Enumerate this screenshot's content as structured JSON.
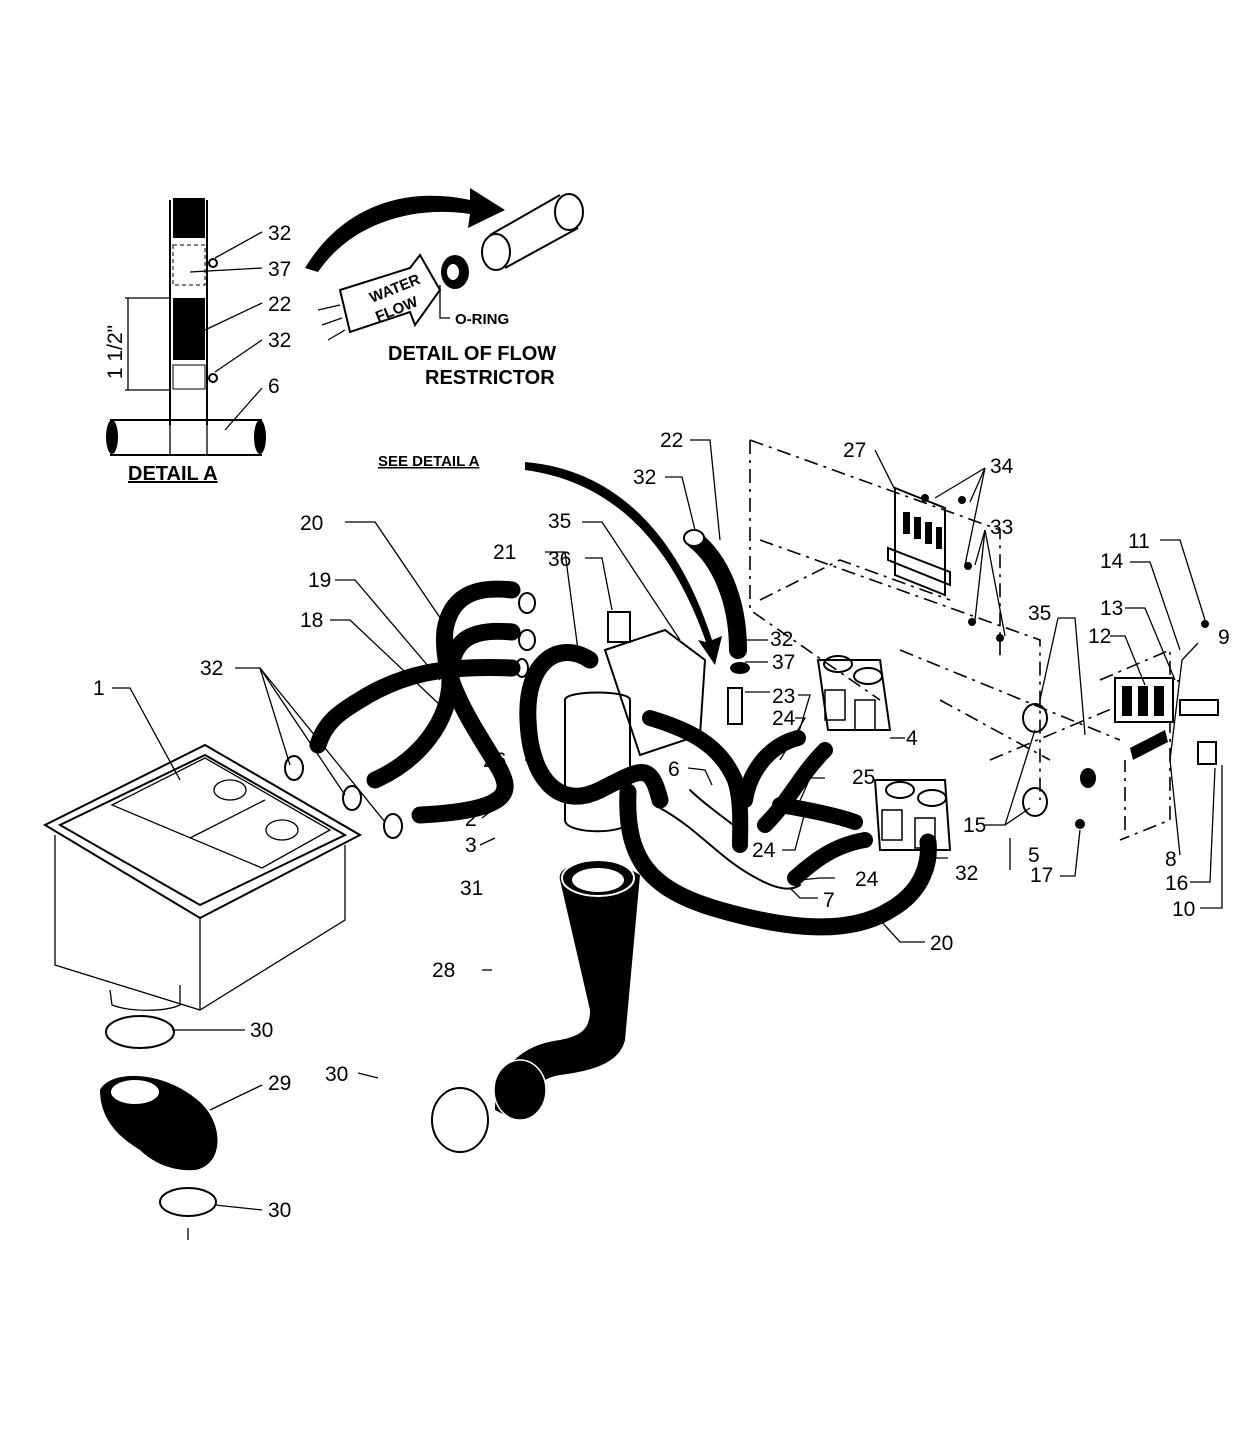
{
  "detail_a": {
    "caption": "DETAIL A",
    "dimension": "1 1/2\"",
    "callouts": [
      "32",
      "37",
      "22",
      "32",
      "6"
    ]
  },
  "flow_restrictor": {
    "caption_line1": "DETAIL OF FLOW",
    "caption_line2": "RESTRICTOR",
    "oring_label": "O-RING",
    "water_label_line1": "WATER",
    "water_label_line2": "FLOW"
  },
  "see_detail": "SEE DETAIL A",
  "part_callouts": {
    "p1": "1",
    "p2": "2",
    "p3": "3",
    "p4": "4",
    "p5": "5",
    "p6": "6",
    "p7": "7",
    "p8": "8",
    "p9": "9",
    "p10": "10",
    "p11": "11",
    "p12": "12",
    "p13": "13",
    "p14": "14",
    "p15": "15",
    "p16": "16",
    "p17": "17",
    "p18": "18",
    "p19": "19",
    "p20a": "20",
    "p20b": "20",
    "p21": "21",
    "p22": "22",
    "p23": "23",
    "p24a": "24",
    "p24b": "24",
    "p24c": "24",
    "p25": "25",
    "p26": "26",
    "p27": "27",
    "p28": "28",
    "p29": "29",
    "p30a": "30",
    "p30b": "30",
    "p30c": "30",
    "p31": "31",
    "p32a": "32",
    "p32b": "32",
    "p32c": "32",
    "p32d": "32",
    "p33": "33",
    "p34": "34",
    "p35a": "35",
    "p35b": "35",
    "p36": "36",
    "p37": "37"
  }
}
